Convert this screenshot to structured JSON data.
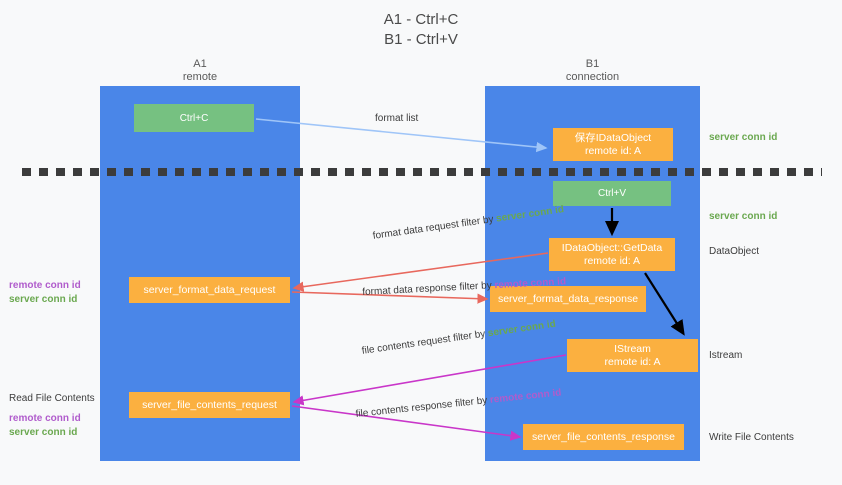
{
  "title": "A1 - Ctrl+C\nB1 - Ctrl+V",
  "colors": {
    "lane": "#4a86e8",
    "green_box": "#76c181",
    "orange_box": "#fbb040",
    "server_conn_id": "#6aa84f",
    "remote_conn_id": "#b05ccc",
    "arrow_blue": "#9fc5f8",
    "arrow_red": "#e8685d",
    "arrow_magenta": "#c936c9",
    "arrow_black": "#000000",
    "divider": "#3c3c3c",
    "background": "#f8f9fa"
  },
  "columns": [
    {
      "name": "A1",
      "sub": "remote",
      "header": "A1\nremote"
    },
    {
      "name": "B1",
      "sub": "connection",
      "header": "B1\nconnection"
    }
  ],
  "boxes": {
    "ctrl_c": "Ctrl+C",
    "ctrl_v": "Ctrl+V",
    "idataobject": "保存IDataObject\nremote id: A",
    "getdata": "IDataObject::GetData\nremote id: A",
    "istream": "IStream\nremote id: A",
    "server_format_data_request": "server_format_data_request",
    "server_format_data_response": "server_format_data_response",
    "server_file_contents_request": "server_file_contents_request",
    "server_file_contents_response": "server_file_contents_response"
  },
  "annotations": {
    "format_list": "format list",
    "format_data_request": "format data request",
    "format_data_response": "format data response",
    "file_contents_request": "file contents request",
    "file_contents_response": "file contents response",
    "filter_by": "filter by",
    "server_conn_id": "server conn id",
    "remote_conn_id": "remote conn id"
  },
  "side_labels": {
    "right": [
      {
        "text": "server conn id",
        "color": "green"
      },
      {
        "text": "server conn id",
        "color": "green"
      },
      {
        "text": "DataObject",
        "color": "grey"
      },
      {
        "text": "Istream",
        "color": "grey"
      },
      {
        "text": "Write File Contents",
        "color": "grey"
      }
    ],
    "left": [
      {
        "text": "remote conn id",
        "color": "purple"
      },
      {
        "text": "server conn id",
        "color": "green"
      },
      {
        "text": "Read File Contents",
        "color": "grey"
      },
      {
        "text": "remote conn id",
        "color": "purple"
      },
      {
        "text": "server conn id",
        "color": "green"
      }
    ]
  }
}
